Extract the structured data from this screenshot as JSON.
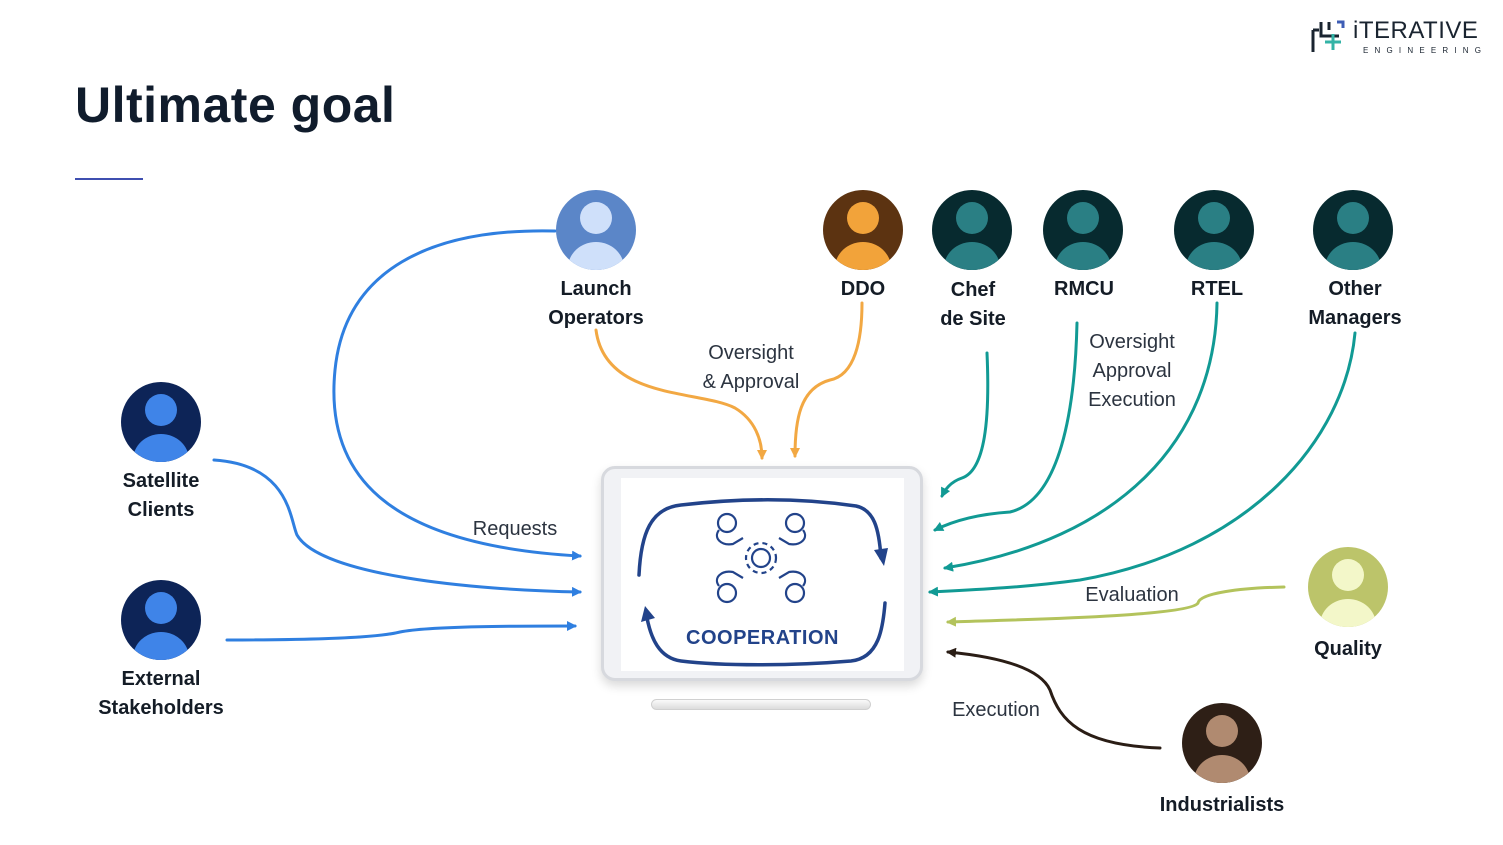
{
  "slide": {
    "title": "Ultimate goal",
    "logo": {
      "name": "iTERATIVE",
      "subtitle": "ENGINEERING",
      "icon": "iterative-logo-icon"
    }
  },
  "colors": {
    "blue_arrow": "#2f7fe0",
    "orange_arrow": "#f2a843",
    "teal_arrow": "#119a94",
    "green_arrow": "#b3c35c",
    "brown_arrow": "#2a1d15",
    "cooperation_blue": "#22438a"
  },
  "nodes": {
    "launch_operators": {
      "label": "Launch\nOperators",
      "icon": "person-icon"
    },
    "ddo": {
      "label": "DDO",
      "icon": "person-icon"
    },
    "chef_de_site": {
      "label": "Chef\nde Site",
      "icon": "person-icon"
    },
    "rmcu": {
      "label": "RMCU",
      "icon": "person-icon"
    },
    "rtel": {
      "label": "RTEL",
      "icon": "person-icon"
    },
    "other_managers": {
      "label": "Other\nManagers",
      "icon": "person-icon"
    },
    "satellite_clients": {
      "label": "Satellite\nClients",
      "icon": "person-icon"
    },
    "external_stakeholders": {
      "label": "External\nStakeholders",
      "icon": "person-icon"
    },
    "quality": {
      "label": "Quality",
      "icon": "person-icon"
    },
    "industrialists": {
      "label": "Industrialists",
      "icon": "person-icon"
    }
  },
  "edge_labels": {
    "requests": "Requests",
    "oversight_approval": "Oversight\n& Approval",
    "oversight_approval_execution": "Oversight\nApproval\nExecution",
    "evaluation": "Evaluation",
    "execution": "Execution"
  },
  "center": {
    "label": "COOPERATION",
    "icon": "teamwork-gear-icon",
    "device_icon": "tablet-icon",
    "accessory_icon": "stylus-icon"
  }
}
